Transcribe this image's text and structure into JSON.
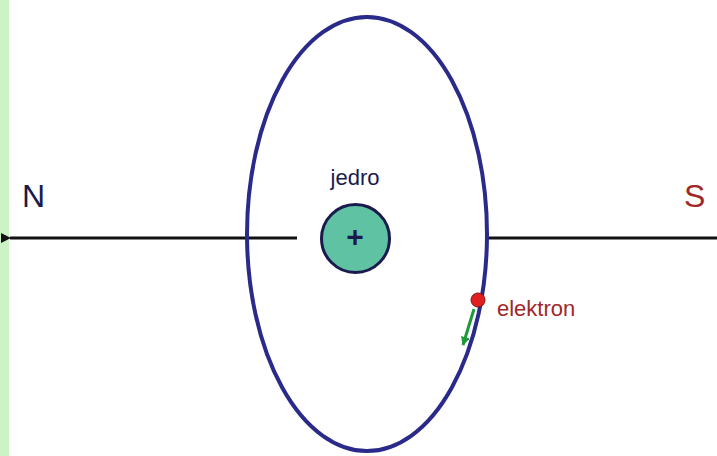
{
  "diagram": {
    "nodes": [
      {
        "text": [
          "jedro",
          "+"
        ]
      }
    ],
    "labels": [
      "N",
      "S",
      "elektron"
    ]
  }
}
